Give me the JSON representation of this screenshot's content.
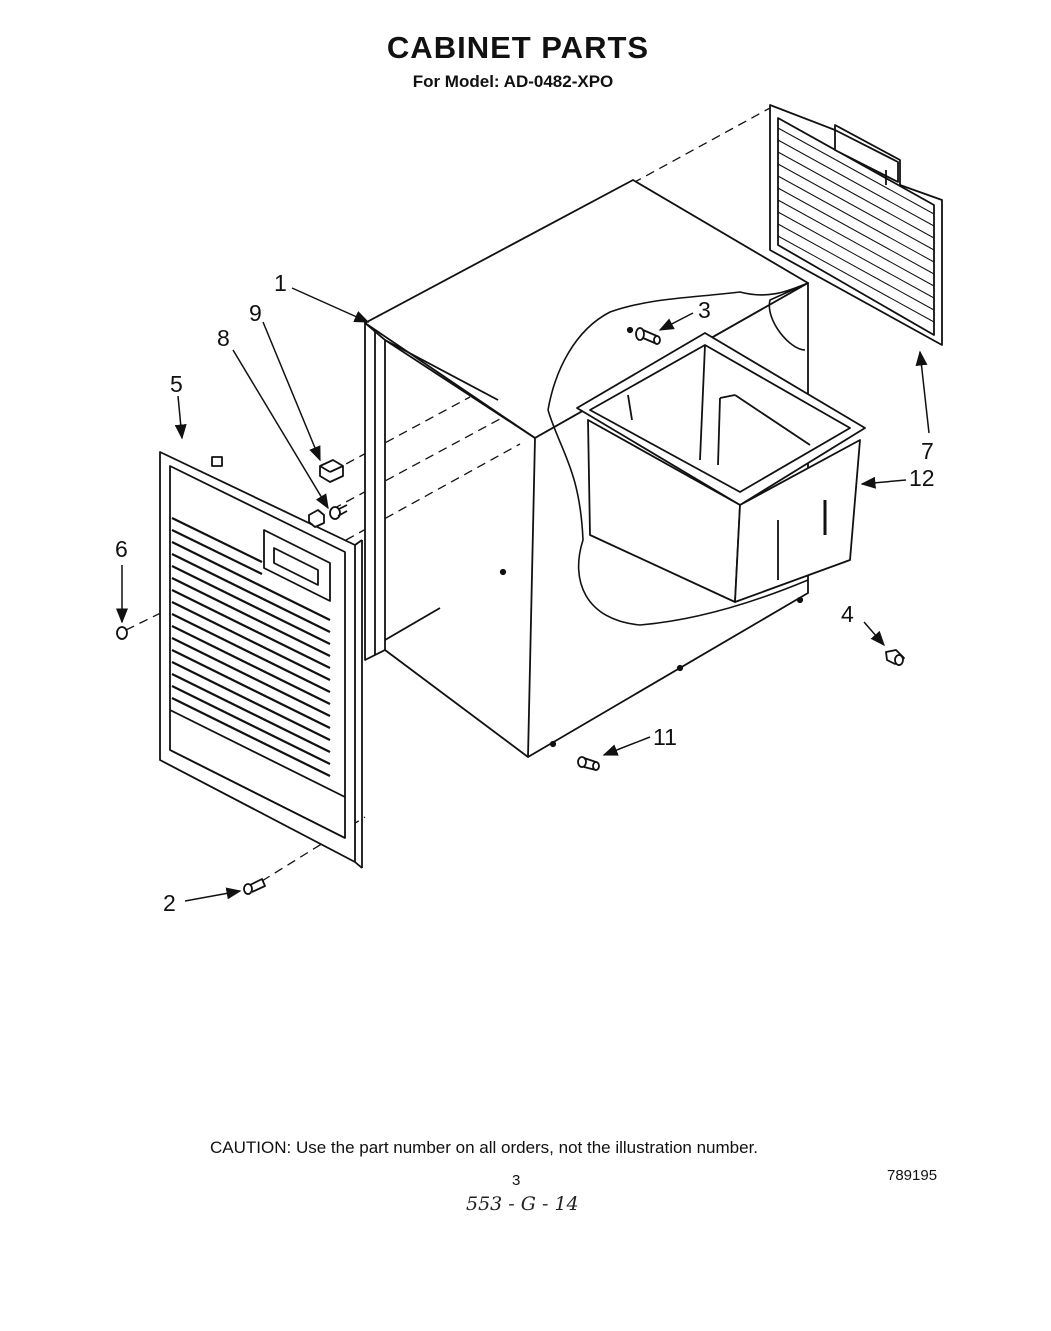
{
  "header": {
    "title": "CABINET PARTS",
    "model_line": "For Model: AD-0482-XPO"
  },
  "callouts": {
    "c1": "1",
    "c2": "2",
    "c3": "3",
    "c4": "4",
    "c5": "5",
    "c6": "6",
    "c7": "7",
    "c8": "8",
    "c9": "9",
    "c11": "11",
    "c12": "12"
  },
  "footer": {
    "caution": "CAUTION: Use the part number on all orders, not the illustration number.",
    "page_number": "3",
    "document_number": "789195",
    "handwritten_note": "553 - G - 14"
  }
}
